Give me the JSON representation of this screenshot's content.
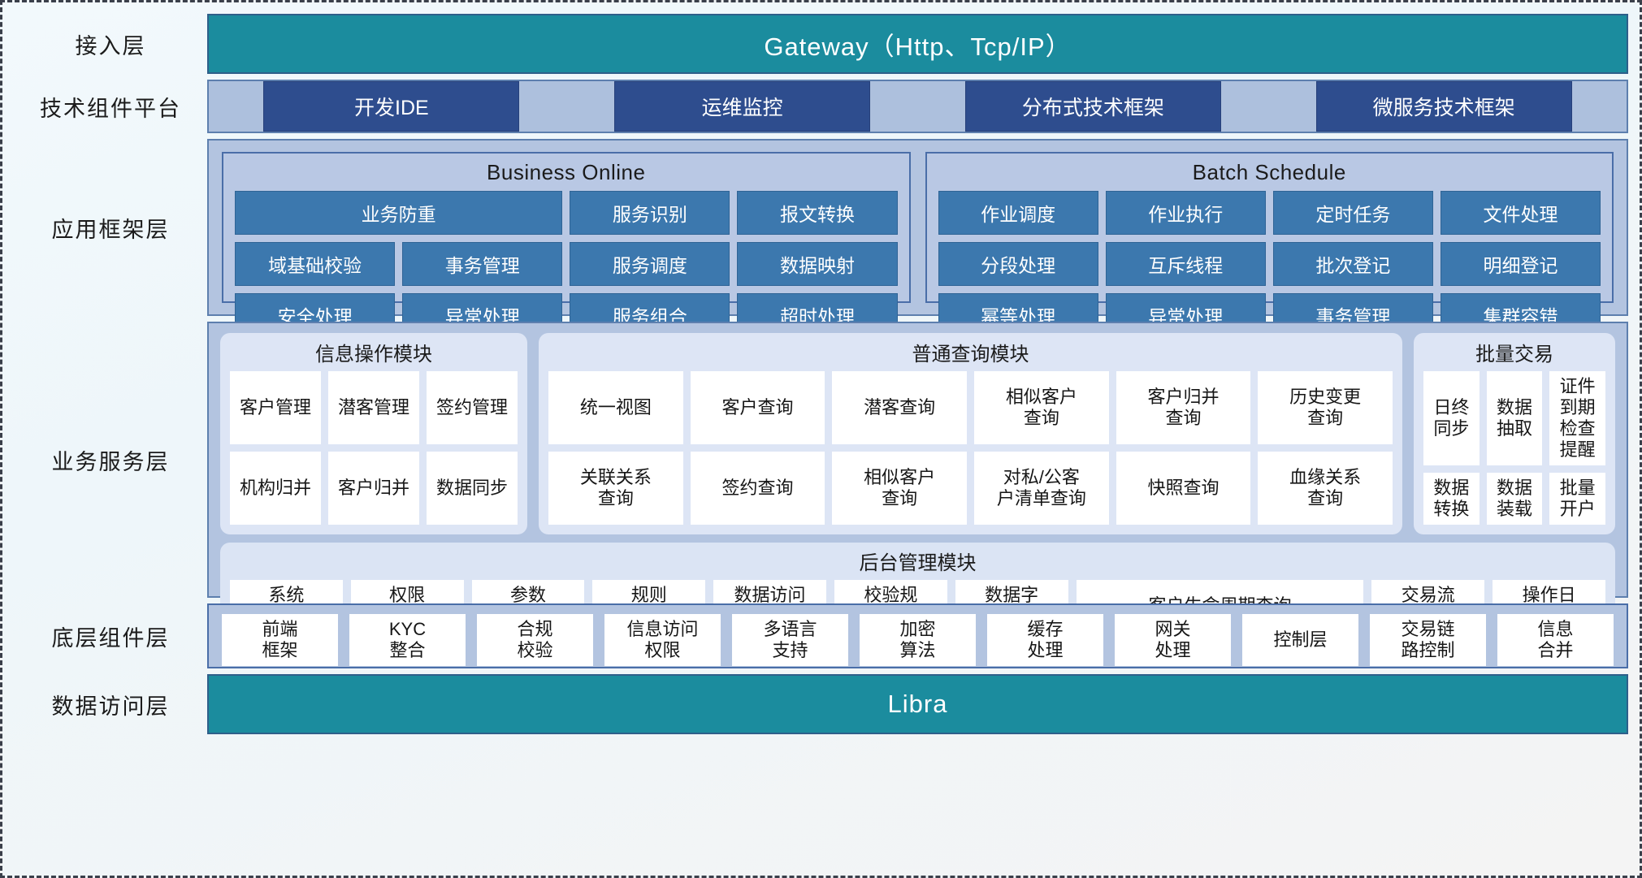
{
  "layers": {
    "access": {
      "label": "接入层",
      "bar_text": "Gateway（Http、Tcp/IP）",
      "color": "#1b8c9e"
    },
    "tech": {
      "label": "技术组件平台"
    },
    "appfw": {
      "label": "应用框架层"
    },
    "biz": {
      "label": "业务服务层"
    },
    "comp": {
      "label": "底层组件层"
    },
    "data": {
      "label": "数据访问层",
      "bar_text": "Libra",
      "color": "#1b8c9e"
    }
  },
  "tech_platform": {
    "chips": [
      {
        "label": "开发IDE"
      },
      {
        "label": "运维监控"
      },
      {
        "label": "分布式技术框架"
      },
      {
        "label": "微服务技术框架"
      }
    ]
  },
  "app_framework": {
    "groups": [
      {
        "title": "Business Online",
        "cells": [
          {
            "label": "业务防重",
            "span": 2
          },
          {
            "label": "服务识别",
            "span": 1
          },
          {
            "label": "报文转换",
            "span": 1
          },
          {
            "label": "域基础校验",
            "span": 1
          },
          {
            "label": "事务管理",
            "span": 1
          },
          {
            "label": "服务调度",
            "span": 1
          },
          {
            "label": "数据映射",
            "span": 1
          },
          {
            "label": "安全处理",
            "span": 1
          },
          {
            "label": "异常处理",
            "span": 1
          },
          {
            "label": "服务组合",
            "span": 1
          },
          {
            "label": "超时处理",
            "span": 1
          }
        ]
      },
      {
        "title": "Batch Schedule",
        "cells": [
          {
            "label": "作业调度",
            "span": 1
          },
          {
            "label": "作业执行",
            "span": 1
          },
          {
            "label": "定时任务",
            "span": 1
          },
          {
            "label": "文件处理",
            "span": 1
          },
          {
            "label": "分段处理",
            "span": 1
          },
          {
            "label": "互斥线程",
            "span": 1
          },
          {
            "label": "批次登记",
            "span": 1
          },
          {
            "label": "明细登记",
            "span": 1
          },
          {
            "label": "幂等处理",
            "span": 1
          },
          {
            "label": "异常处理",
            "span": 1
          },
          {
            "label": "事务管理",
            "span": 1
          },
          {
            "label": "集群容错",
            "span": 1
          }
        ]
      }
    ]
  },
  "business_service": {
    "modules": [
      {
        "title": "信息操作模块",
        "cells": [
          "客户管理",
          "潜客管理",
          "签约管理",
          "机构归并",
          "客户归并",
          "数据同步"
        ]
      },
      {
        "title": "普通查询模块",
        "cells": [
          "统一视图",
          "客户查询",
          "潜客查询",
          "相似客户\n查询",
          "客户归并\n查询",
          "历史变更\n查询",
          "关联关系\n查询",
          "签约查询",
          "相似客户\n查询",
          "对私/公客\n户清单查询",
          "快照查询",
          "血缘关系\n查询"
        ]
      },
      {
        "title": "批量交易",
        "cells": [
          "日终\n同步",
          "数据\n抽取",
          "证件到期\n检查提醒",
          "数据\n转换",
          "数据\n装载",
          "批量\n开户"
        ]
      }
    ],
    "admin_module": {
      "title": "后台管理模块",
      "cells": [
        {
          "label": "系统\n管理",
          "wide": false
        },
        {
          "label": "权限\n管理",
          "wide": false
        },
        {
          "label": "参数\n管理",
          "wide": false
        },
        {
          "label": "规则\n配置",
          "wide": false
        },
        {
          "label": "数据访问\n控制",
          "wide": false
        },
        {
          "label": "校验规\n则管理",
          "wide": false
        },
        {
          "label": "数据字\n典管理",
          "wide": false
        },
        {
          "label": "客户生命周期查询",
          "wide": true
        },
        {
          "label": "交易流\n水查询",
          "wide": false
        },
        {
          "label": "操作日\n志查询",
          "wide": false
        }
      ]
    }
  },
  "underlying_components": {
    "cells": [
      "前端\n框架",
      "KYC\n整合",
      "合规\n校验",
      "信息访问\n权限",
      "多语言\n支持",
      "加密\n算法",
      "缓存\n处理",
      "网关\n处理",
      "控制层",
      "交易链\n路控制",
      "信息\n合并"
    ]
  }
}
